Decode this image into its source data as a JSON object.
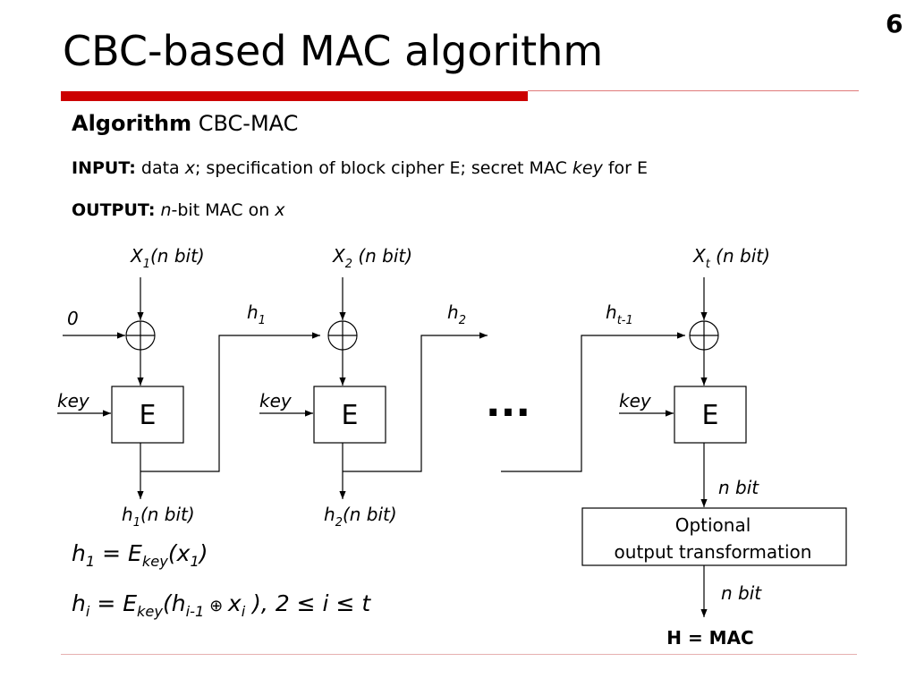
{
  "slide": {
    "page_number": "6",
    "title": "CBC-based MAC algorithm"
  },
  "algorithm": {
    "label": "Algorithm",
    "name": "CBC-MAC",
    "input_label": "INPUT:",
    "input_p1": "data ",
    "input_x": "x",
    "input_p2": "; specification of block cipher E; secret MAC ",
    "input_key": "key",
    "input_p3": " for E",
    "output_label": "OUTPUT:",
    "output_n": "n",
    "output_p1": "-bit MAC on ",
    "output_x": "x"
  },
  "diagram": {
    "inputs": [
      {
        "base": "X",
        "sub": "1",
        "suffix": "(n bit)"
      },
      {
        "base": "X",
        "sub": "2",
        "suffix": " (n bit)"
      },
      {
        "base": "X",
        "sub": "t",
        "suffix": " (n bit)"
      }
    ],
    "initial_value": "0",
    "chain_labels": [
      {
        "base": "h",
        "sub": "1"
      },
      {
        "base": "h",
        "sub": "2"
      },
      {
        "base": "h",
        "sub": "t-1"
      }
    ],
    "key_label": "key",
    "block_label": "E",
    "ellipsis": "···",
    "outputs": [
      {
        "base": "h",
        "sub": "1",
        "suffix": "(n bit)"
      },
      {
        "base": "h",
        "sub": "2",
        "suffix": "(n bit)"
      }
    ],
    "nbit_label": "n bit",
    "transform_line1": "Optional",
    "transform_line2": "output transformation",
    "result": "H = MAC"
  },
  "formulas": {
    "f1_h": "h",
    "f1_hsub": "1",
    "f1_eq": " = E",
    "f1_key": "key",
    "f1_open": "(x",
    "f1_xsub": "1",
    "f1_close": ")",
    "f2_h": "h",
    "f2_hsub": "i",
    "f2_eq": " = E",
    "f2_key": "key",
    "f2_open": "(h",
    "f2_hsub2": "i-1",
    "f2_oplus": " ⊕ ",
    "f2_x": "x",
    "f2_xsub": "i",
    "f2_rest": " ), 2 ≤ i ≤ t"
  }
}
